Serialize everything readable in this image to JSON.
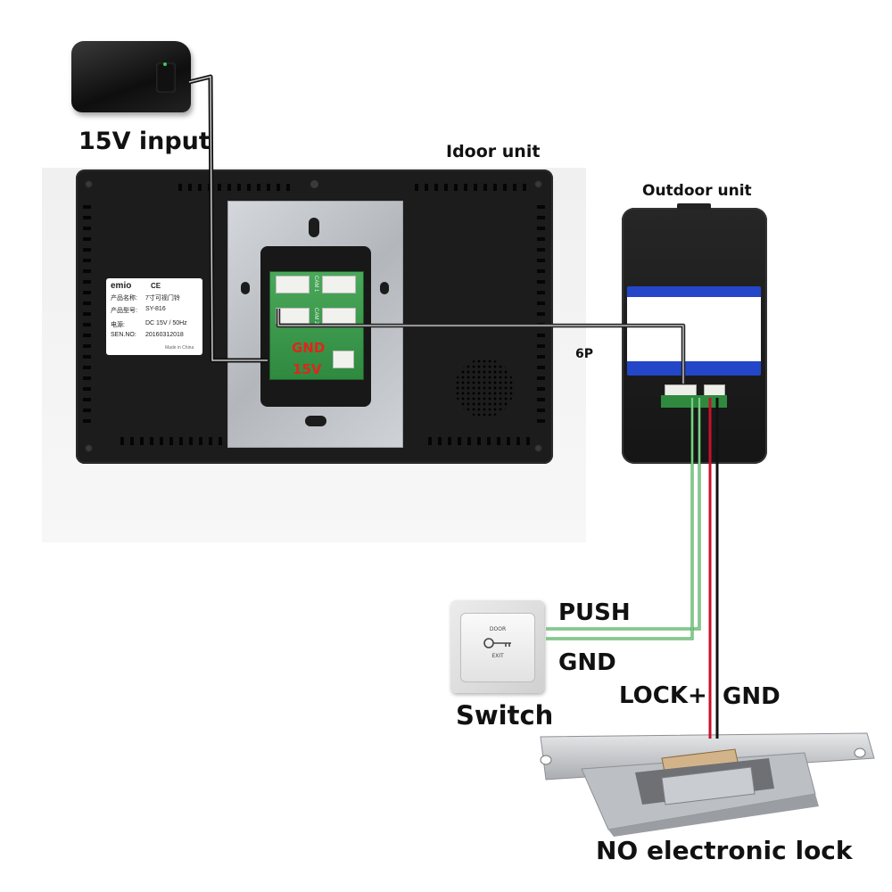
{
  "labels": {
    "power_input": "15V input",
    "indoor_unit": "Idoor unit",
    "outdoor_unit": "Outdoor unit",
    "cable_6p": "6P",
    "gnd_terminal": "GND",
    "v15_terminal": "15V",
    "push": "PUSH",
    "switch_gnd": "GND",
    "lock_plus": "LOCK+",
    "lock_gnd": "GND",
    "switch": "Switch",
    "lock": "NO electronic lock"
  },
  "nameplate": {
    "brand": "emio",
    "marks": "CE",
    "product_name_label": "产品名称:",
    "product_name_value": "7寸可视门铃",
    "model_label": "产品型号:",
    "model_value": "SY-816",
    "power_label": "电源:",
    "power_value": "DC  15V / 50Hz",
    "serial_label": "SEN.NO:",
    "serial_value": "20160312018",
    "made_in": "Made in China"
  },
  "board": {
    "cam1": "CAM 1",
    "cam2": "CAM 2"
  },
  "exit_button": {
    "top_text": "DOOR",
    "bottom_text": "EXIT"
  },
  "colors": {
    "indoor_body": "#1c1c1c",
    "bracket": "#c3c6ca",
    "pcb": "#3f9a4c",
    "wire_signal": "#555555",
    "wire_green": "#2e9e3e",
    "wire_red": "#c8102e",
    "terminal_text": "#e0251b",
    "outdoor_band": "#2347c8"
  }
}
